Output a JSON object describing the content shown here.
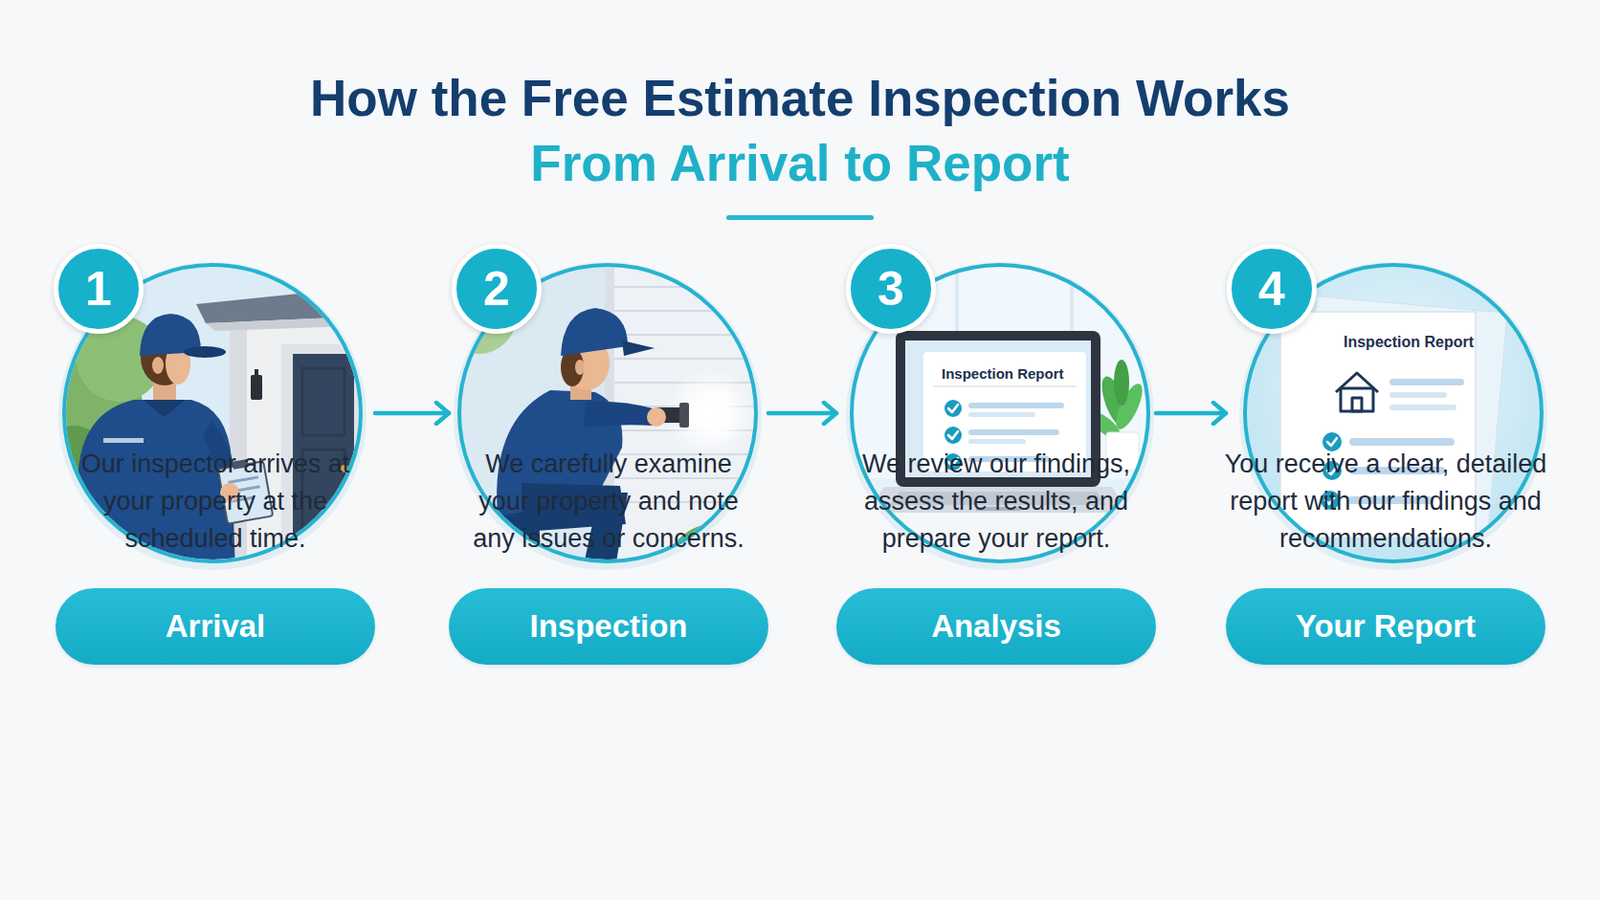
{
  "diagram": {
    "title": "How the Free Estimate Inspection Works",
    "nodes": [
      {
        "text": [
          "1",
          "Arrival",
          "Our inspector arrives at your property at the scheduled time."
        ]
      },
      {
        "text": [
          "2",
          "Inspection",
          "We carefully examine your property and note any issues or concerns."
        ]
      },
      {
        "text": [
          "3",
          "Analysis",
          "We review our findings, assess the results, and prepare your report."
        ]
      },
      {
        "text": [
          "4",
          "Your Report",
          "You receive a clear, detailed report with our findings and recommendations."
        ]
      }
    ],
    "edges": [
      {
        "from": 0,
        "to": 1,
        "arrow": "to"
      },
      {
        "from": 1,
        "to": 2,
        "arrow": "to"
      },
      {
        "from": 2,
        "to": 3,
        "arrow": "to"
      }
    ],
    "labels": [
      "From Arrival to Report",
      "Inspection Report",
      "Inspection Report"
    ]
  }
}
